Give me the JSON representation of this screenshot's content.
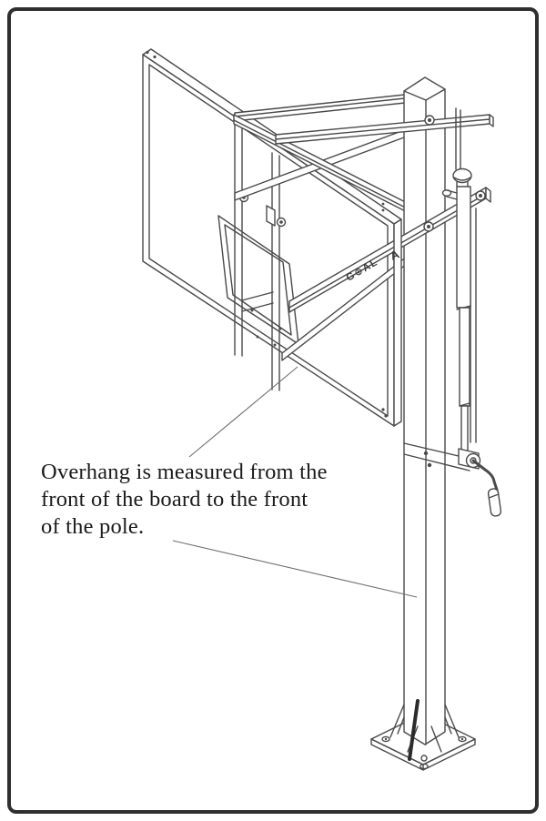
{
  "page": {
    "background": "#ffffff",
    "border_color": "#2f2f2f"
  },
  "drawing": {
    "line_color": "#4a4a4a",
    "logo_text": "G⊕AL",
    "arm_label": "A"
  },
  "annotation": {
    "line1": "Overhang is measured from the",
    "line2": "front of the board to the front",
    "line3": "of the pole."
  }
}
